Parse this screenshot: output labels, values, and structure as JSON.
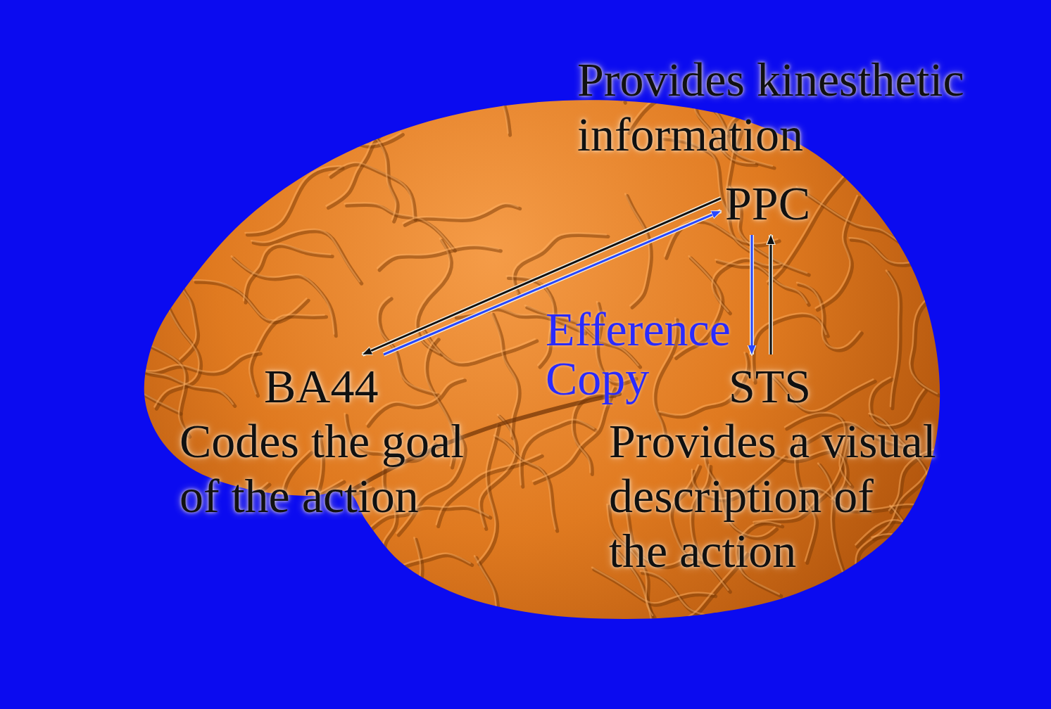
{
  "diagram": {
    "nodes": [
      {
        "text": [
          "Provides kinesthetic information",
          "PPC"
        ]
      },
      {
        "text": [
          "BA44",
          "Codes the goal of the action"
        ]
      },
      {
        "text": [
          "STS",
          "Provides a visual description of the action"
        ]
      }
    ],
    "edges": [
      {
        "from": 0,
        "to": 1,
        "arrow": "to"
      },
      {
        "from": 1,
        "to": 0,
        "arrow": "to"
      },
      {
        "from": 0,
        "to": 2,
        "arrow": "to",
        "label": "Efference Copy"
      },
      {
        "from": 2,
        "to": 0,
        "arrow": "to"
      }
    ]
  }
}
